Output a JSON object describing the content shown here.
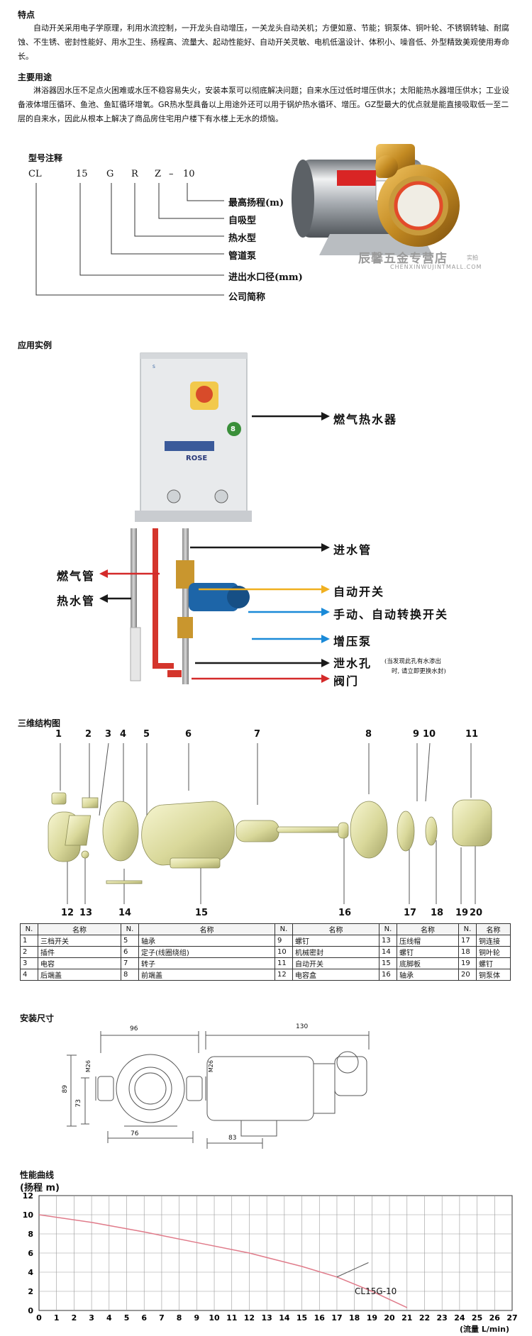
{
  "features": {
    "title": "特点",
    "text": "自动开关采用电子学原理，利用水流控制，一开龙头自动增压，一关龙头自动关机；方便如意、节能；铜泵体、铜叶轮、不锈钢转轴、耐腐蚀、不生锈、密封性能好、用水卫生、扬程高、流量大、起动性能好、自动开关灵敏、电机低温设计、体积小、噪音低、外型精致美观使用寿命长。"
  },
  "usage": {
    "title": "主要用途",
    "text": "淋浴器因水压不足点火困难或水压不稳容易失火，安装本泵可以彻底解决问题；自来水压过低时增压供水；太阳能热水器增压供水；工业设备液体增压循环、鱼池、鱼缸循环增氧。GR热水型具备以上用途外还可以用于锅炉热水循环、增压。GZ型最大的优点就是能直接吸取低一至二层的自来水，因此从根本上解决了商品房住宅用户楼下有水楼上无水的烦恼。"
  },
  "model_note": {
    "title": "型号注释",
    "code": [
      "CL",
      "15",
      "G",
      "R",
      "Z",
      "–",
      "10"
    ],
    "labels": [
      "最高扬程(m)",
      "自吸型",
      "热水型",
      "管道泵",
      "进出水口径(mm)",
      "公司简称"
    ]
  },
  "watermark": {
    "line1": "辰馨五金专营店",
    "suffix": "实拍",
    "line2": "CHENXINWUJINTMALL.COM"
  },
  "application": {
    "title": "应用实例",
    "heater_text": "ROSE",
    "heater_num": "8",
    "labels_right": [
      "燃气热水器",
      "进水管",
      "自动开关",
      "手动、自动转换开关",
      "增压泵",
      "泄水孔",
      "阀门"
    ],
    "labels_left": [
      "燃气管",
      "热水管"
    ],
    "drain_note_1": "(当发现此孔有水渗出",
    "drain_note_2": "时, 请立即更换水封)",
    "colors": {
      "black": "#1a1a1a",
      "red": "#d42a2a",
      "yellow": "#f0b020",
      "blue": "#1a8ad8"
    }
  },
  "structure": {
    "title": "三维结构图",
    "top_numbers": [
      "1",
      "2",
      "3",
      "4",
      "5",
      "6",
      "7",
      "8",
      "9",
      "10",
      "11"
    ],
    "bottom_numbers": [
      "12",
      "13",
      "14",
      "15",
      "16",
      "17",
      "18",
      "19",
      "20"
    ]
  },
  "parts_table": {
    "headers": [
      "N.",
      "名称",
      "N.",
      "名称",
      "N.",
      "名称",
      "N.",
      "名称",
      "N.",
      "名称"
    ],
    "rows": [
      [
        "1",
        "三档开关",
        "5",
        "轴承",
        "9",
        "螺钉",
        "13",
        "压线帽",
        "17",
        "铜连接"
      ],
      [
        "2",
        "插件",
        "6",
        "定子(线圈绕组)",
        "10",
        "机械密封",
        "14",
        "螺钉",
        "18",
        "铜叶轮"
      ],
      [
        "3",
        "电容",
        "7",
        "转子",
        "11",
        "自动开关",
        "15",
        "底脚板",
        "19",
        "螺钉"
      ],
      [
        "4",
        "后端盖",
        "8",
        "前端盖",
        "12",
        "电容盒",
        "16",
        "轴承",
        "20",
        "铜泵体"
      ]
    ]
  },
  "install": {
    "title": "安装尺寸",
    "dims": {
      "w96": "96",
      "h89": "89",
      "h73": "73",
      "m26a": "M26",
      "m26b": "M26",
      "w76": "76",
      "w130": "130",
      "w83": "83"
    }
  },
  "performance": {
    "title": "性能曲线",
    "ylabel": "(扬程 m)",
    "xlabel": "(流量 L/min)",
    "curve_label": "CL15G-10"
  },
  "chart_data": {
    "type": "line",
    "title": "性能曲线",
    "xlabel": "(流量 L/min)",
    "ylabel": "(扬程 m)",
    "xlim": [
      0,
      27
    ],
    "ylim": [
      0,
      12
    ],
    "xticks": [
      "0",
      "1",
      "2",
      "3",
      "4",
      "5",
      "6",
      "7",
      "8",
      "9",
      "10",
      "11",
      "12",
      "13",
      "14",
      "15",
      "16",
      "17",
      "18",
      "19",
      "20",
      "21",
      "22",
      "23",
      "24",
      "25",
      "26",
      "27"
    ],
    "yticks": [
      "0",
      "2",
      "4",
      "6",
      "8",
      "10",
      "12"
    ],
    "grid": true,
    "series": [
      {
        "name": "CL15G-10",
        "color": "#e07b8a",
        "x": [
          0,
          3,
          6,
          9,
          12,
          15,
          17,
          19,
          21
        ],
        "y": [
          10.0,
          9.2,
          8.2,
          7.1,
          6.0,
          4.6,
          3.5,
          2.0,
          0.3
        ]
      }
    ]
  }
}
